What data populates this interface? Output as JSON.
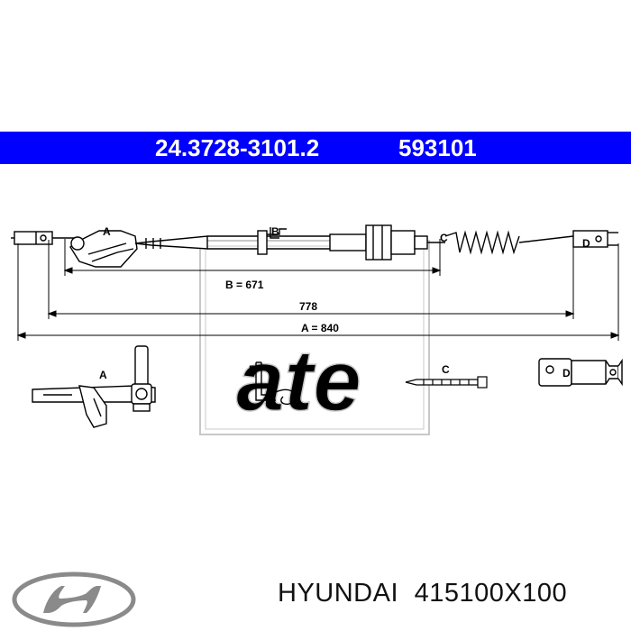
{
  "header": {
    "article_number": "24.3728-3101.2",
    "ref_number": "593101",
    "banner_color": "#0000ff"
  },
  "labels": {
    "a": "A",
    "b": "B",
    "c": "C",
    "d": "D"
  },
  "dimensions": {
    "b_length": "B = 671",
    "mid_length": "778",
    "a_length": "A = 840"
  },
  "watermark": {
    "brand": "ate"
  },
  "footer": {
    "make": "HYUNDAI",
    "part_number": "415100X100"
  },
  "logo": {
    "icon": "hyundai-logo-icon"
  }
}
